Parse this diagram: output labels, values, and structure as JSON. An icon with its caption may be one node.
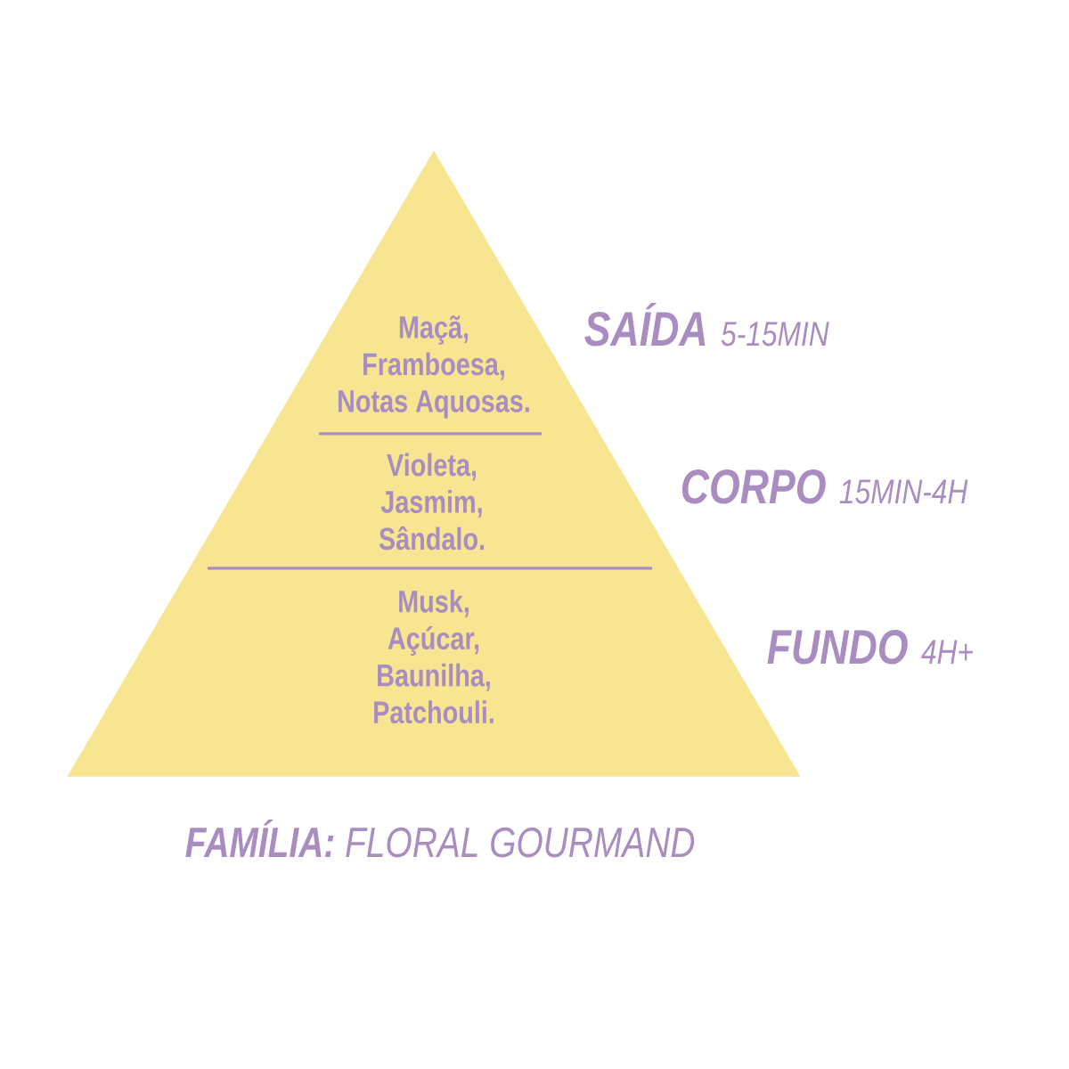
{
  "diagram": {
    "nodes": [
      {
        "text": [],
        "shape": "triangle"
      },
      {
        "text": [
          "Maçã,",
          "Framboesa,",
          "Notas Aquosas."
        ],
        "in": 0,
        "beside": [
          "SAÍDA",
          "5-15MIN"
        ]
      },
      {
        "text": [
          "Violeta,",
          "Jasmim,",
          "Sândalo."
        ],
        "in": 0,
        "beside": [
          "CORPO",
          "15MIN-4H"
        ]
      },
      {
        "text": [
          "Musk,",
          "Açúcar,",
          "Baunilha,",
          "Patchouli."
        ],
        "in": 0,
        "beside": [
          "FUNDO",
          "4H+"
        ]
      }
    ],
    "labels": [
      "**FAMÍLIA:** FLORAL GOURMAND"
    ]
  }
}
